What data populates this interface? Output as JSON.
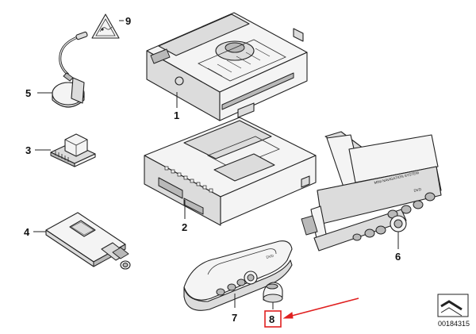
{
  "callouts": {
    "p1": "1",
    "p2": "2",
    "p3": "3",
    "p4": "4",
    "p5": "5",
    "p6": "6",
    "p7": "7",
    "p8": "8",
    "p9": "9"
  },
  "panel_text": "MINI NAVIGATION SYSTEM",
  "dvd_label": "DVD",
  "dvd_label_small": "DVD",
  "document_number": "00184315",
  "colors": {
    "highlight": "#e02020",
    "line": "#222222"
  }
}
